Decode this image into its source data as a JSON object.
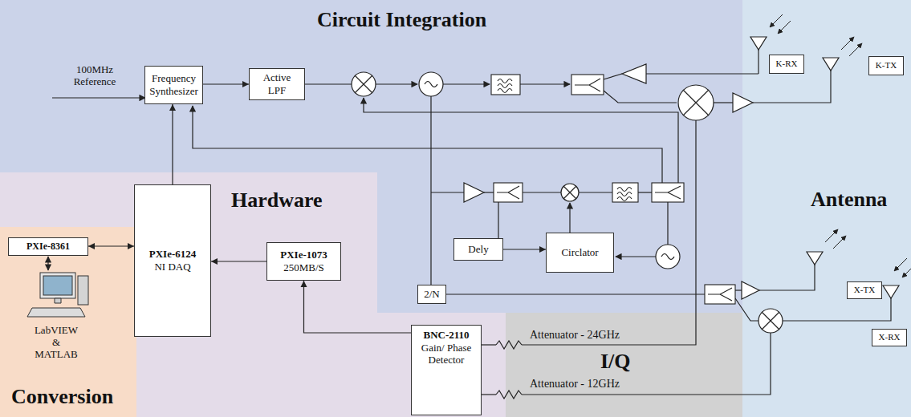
{
  "diagram": {
    "nodes": [
      {
        "text": [
          "Circuit Integration"
        ]
      },
      {
        "text": [
          "Frequency Synthesizer"
        ],
        "in": 0
      },
      {
        "text": [
          "Active LPF"
        ],
        "in": 0
      },
      {
        "text": [
          "Dely"
        ],
        "in": 0
      },
      {
        "text": [
          "Circlator"
        ],
        "in": 0
      },
      {
        "text": [
          "2/N"
        ],
        "in": 0
      },
      {
        "text": [
          "Hardware"
        ]
      },
      {
        "text": [
          "Conversion"
        ],
        "in": 6
      },
      {
        "text": [
          "PXIe-8361"
        ],
        "in": 7
      },
      {
        "text": [
          "PXIe-6124",
          "NI DAQ"
        ],
        "in": 6
      },
      {
        "text": [
          "PXIe-1073",
          "250MB/S"
        ],
        "in": 6
      },
      {
        "text": [
          "BNC-2110",
          "Gain/ Phase Detector"
        ],
        "in": 6
      },
      {
        "text": [
          "I/Q"
        ]
      },
      {
        "text": [
          "Antenna"
        ]
      },
      {
        "text": [
          "K-RX"
        ],
        "in": 13
      },
      {
        "text": [
          "K-TX"
        ],
        "in": 13
      },
      {
        "text": [
          "X-TX"
        ],
        "in": 13
      },
      {
        "text": [
          "X-RX"
        ],
        "in": 13
      }
    ],
    "edges": [
      {
        "from": 1,
        "to": 2,
        "arrow": "to"
      },
      {
        "from": 9,
        "to": 1,
        "arrow": "to"
      },
      {
        "from": 8,
        "to": 9,
        "arrow": "both"
      },
      {
        "from": 10,
        "to": 9,
        "arrow": "to"
      },
      {
        "from": 11,
        "to": 10,
        "arrow": "to"
      },
      {
        "from": 3,
        "to": 4,
        "arrow": "to"
      }
    ],
    "labels": [
      "100MHz Reference",
      "LabVIEW & MATLAB",
      "Attenuator - 24GHz",
      "Attenuator - 12GHz"
    ]
  }
}
